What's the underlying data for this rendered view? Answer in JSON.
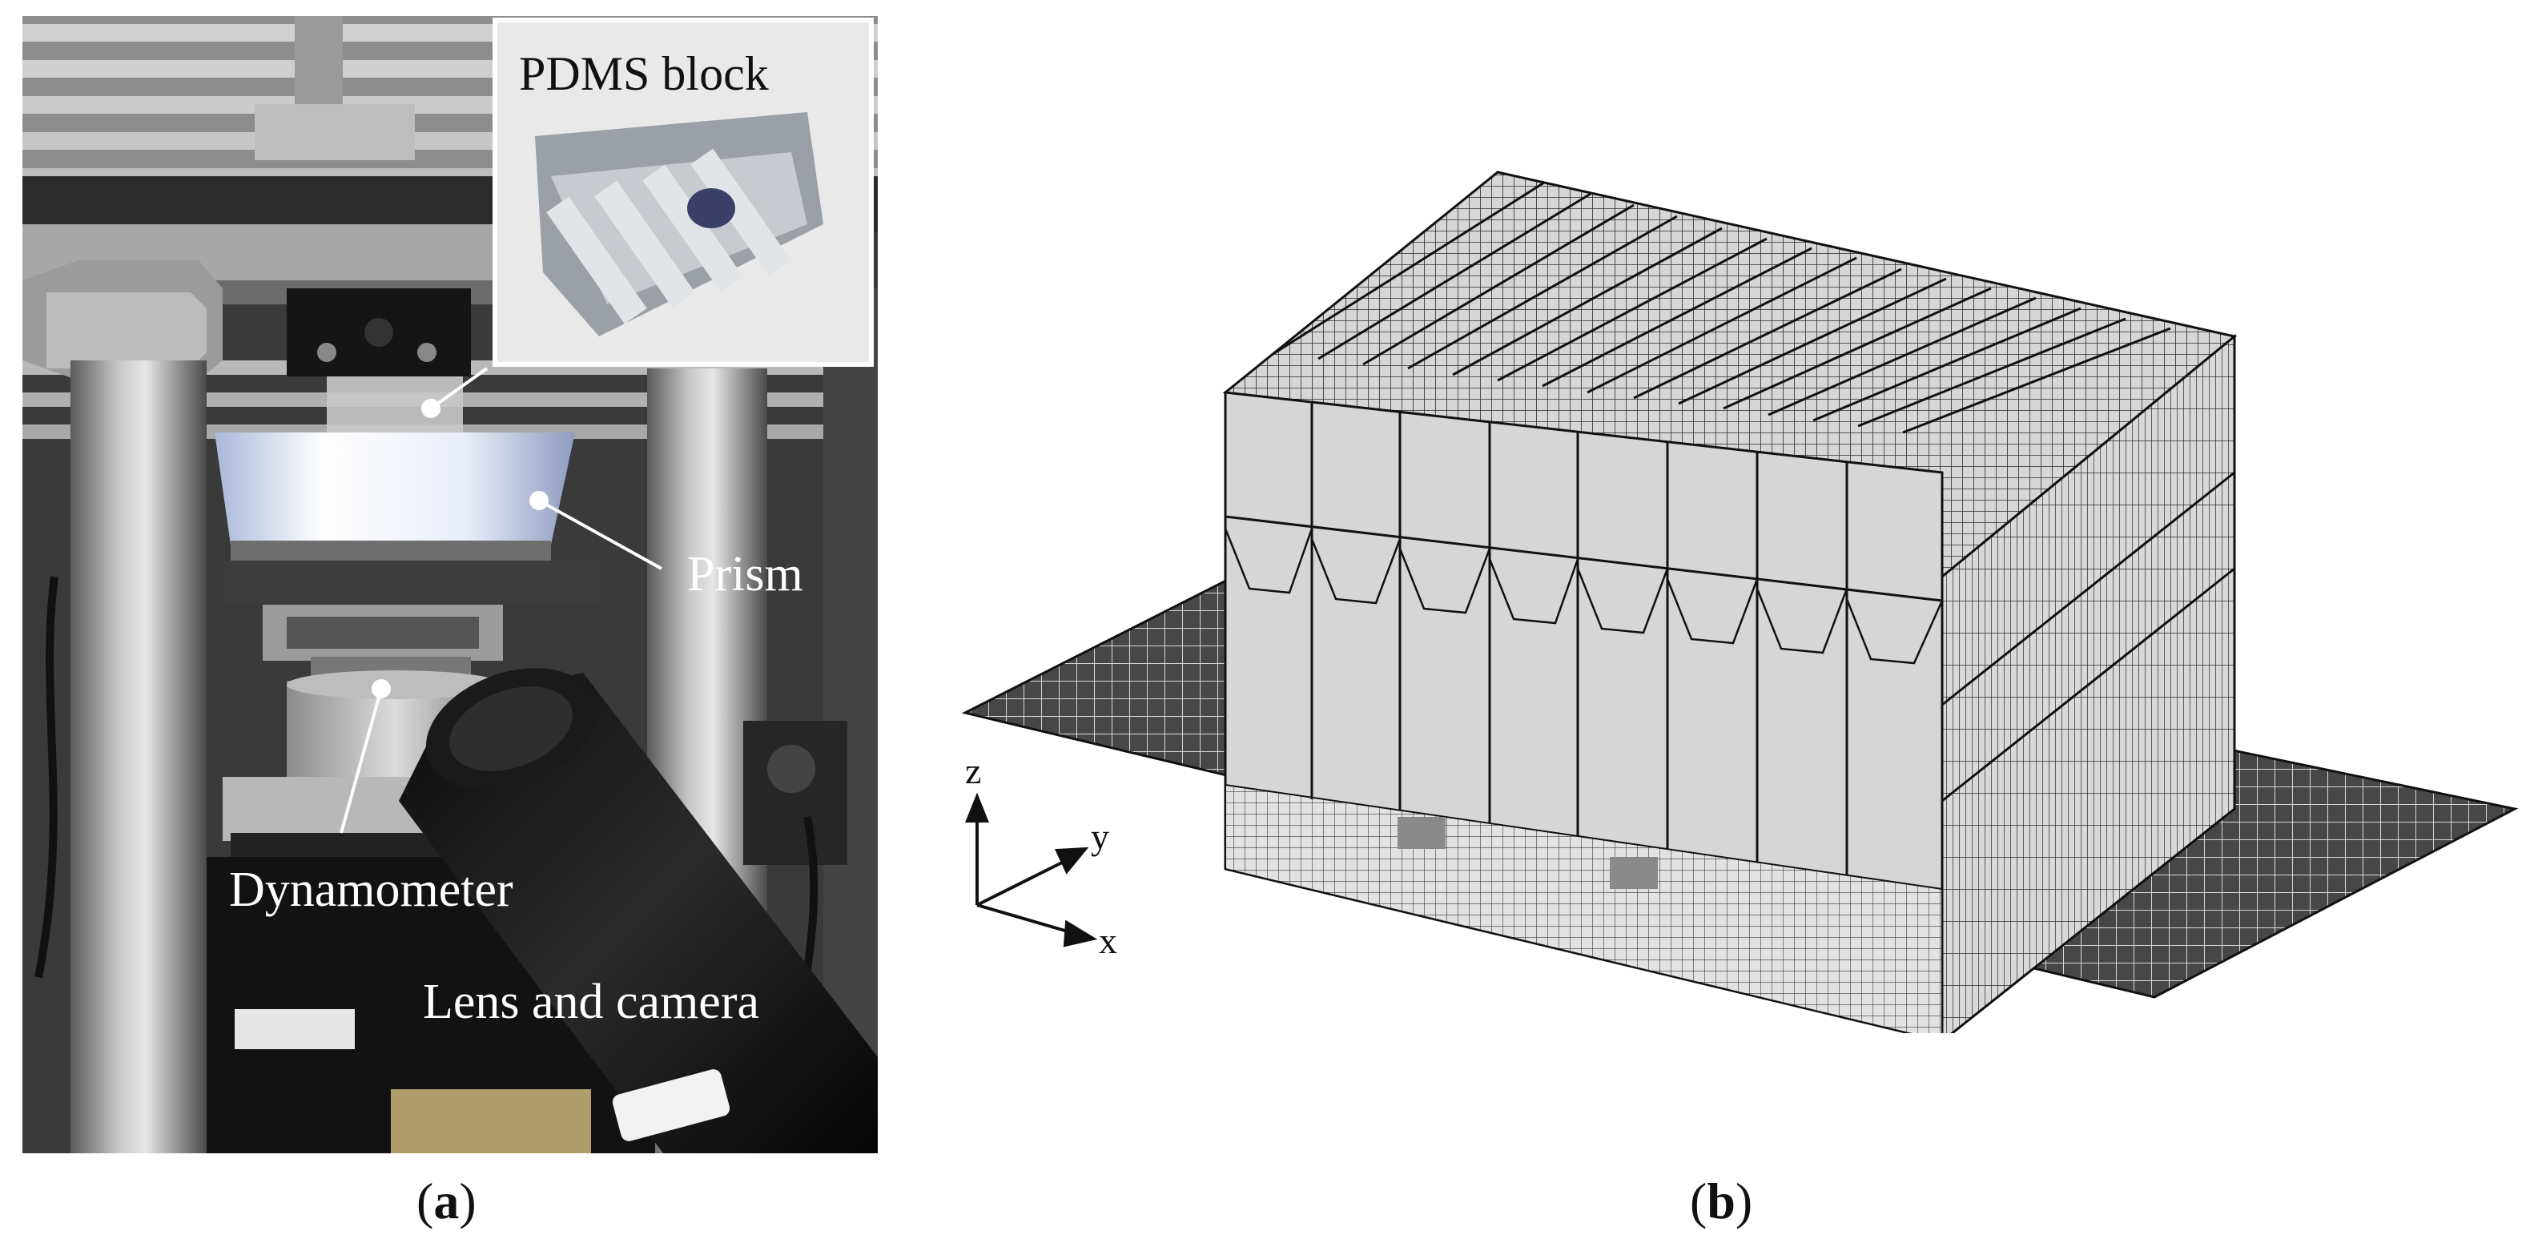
{
  "panel_a": {
    "labels": {
      "inset": "PDMS block",
      "prism": "Prism",
      "dynamometer": "Dynamometer",
      "lens": "Lens and camera"
    }
  },
  "panel_b": {
    "axes": {
      "z": "z",
      "y": "y",
      "x": "x"
    }
  },
  "captions": {
    "a_open": "(",
    "a_letter": "a",
    "a_close": ")",
    "b_open": "(",
    "b_letter": "b",
    "b_close": ")"
  }
}
